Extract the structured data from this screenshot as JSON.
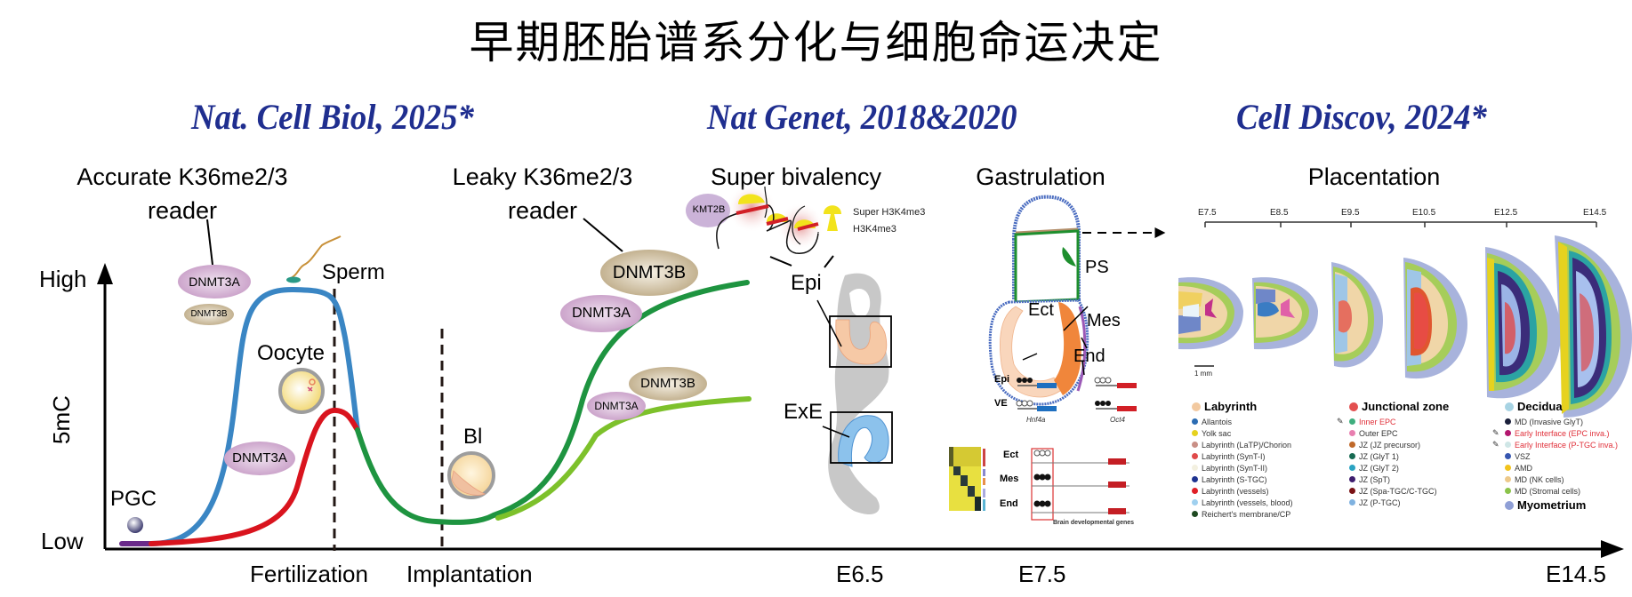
{
  "title": "早期胚胎谱系分化与细胞命运决定",
  "journals": [
    {
      "label": "Nat. Cell Biol, 2025*"
    },
    {
      "label": "Nat Genet, 2018&2020"
    },
    {
      "label": "Cell Discov, 2024*"
    }
  ],
  "sections": {
    "accurate_reader": "Accurate K36me2/3\nreader",
    "accurate_reader_l1": "Accurate K36me2/3",
    "accurate_reader_l2": "reader",
    "leaky_reader_l1": "Leaky K36me2/3",
    "leaky_reader_l2": "reader",
    "super_bivalency": "Super bivalency",
    "gastrulation": "Gastrulation",
    "placentation": "Placentation"
  },
  "axis": {
    "y_label": "5mC",
    "y_high": "High",
    "y_low": "Low",
    "x_ticks": [
      "Fertilization",
      "Implantation",
      "E6.5",
      "E7.5",
      "E14.5"
    ]
  },
  "stages": {
    "pgc": "PGC",
    "sperm": "Sperm",
    "oocyte": "Oocyte",
    "blastocyst": "Bl"
  },
  "enzymes": {
    "dnmt3a": "DNMT3A",
    "dnmt3b": "DNMT3B",
    "kmt2b": "KMT2B"
  },
  "bivalency_legend": {
    "super": "Super H3K4me3",
    "normal": "H3K4me3"
  },
  "tissues": {
    "epi": "Epi",
    "exe": "ExE",
    "ps": "PS",
    "ect": "Ect",
    "mes": "Mes",
    "end": "End",
    "ve": "VE"
  },
  "gene_panel": {
    "gene1": "Hnf4a",
    "gene2": "Oct4",
    "brain_genes": "Brain developmental genes"
  },
  "placenta": {
    "timepoints": [
      "E7.5",
      "E8.5",
      "E9.5",
      "E10.5",
      "E12.5",
      "E14.5"
    ],
    "scale_bar": "1 mm",
    "legend": {
      "labyrinth": {
        "title": "Labyrinth",
        "color": "#f2c9a0",
        "items": [
          {
            "label": "Allantois",
            "color": "#2b6cb3"
          },
          {
            "label": "Yolk sac",
            "color": "#e6d21f"
          },
          {
            "label": "Labyrinth (LaTP)/Chorion",
            "color": "#c98f86"
          },
          {
            "label": "Labyrinth (SynT-I)",
            "color": "#e04a4a"
          },
          {
            "label": "Labyrinth (SynT-II)",
            "color": "#f3f0e0"
          },
          {
            "label": "Labyrinth (S-TGC)",
            "color": "#1e3390"
          },
          {
            "label": "Labyrinth (vessels)",
            "color": "#e01f26"
          },
          {
            "label": "Labyrinth (vessels, blood)",
            "color": "#9fd0ef"
          },
          {
            "label": "Reichert's membrane/CP",
            "color": "#1f4a22"
          }
        ]
      },
      "junctional": {
        "title": "Junctional zone",
        "color": "#e35050",
        "items": [
          {
            "label": "Inner EPC",
            "color": "#3fae7e",
            "highlight": true
          },
          {
            "label": "Outer EPC",
            "color": "#e87fb0"
          },
          {
            "label": "JZ (JZ precursor)",
            "color": "#c0692a"
          },
          {
            "label": "JZ (GlyT 1)",
            "color": "#176a52"
          },
          {
            "label": "JZ (GlyT 2)",
            "color": "#2ba3c2"
          },
          {
            "label": "JZ (SpT)",
            "color": "#3e1d6e"
          },
          {
            "label": "JZ (Spa-TGC/C-TGC)",
            "color": "#7a1215"
          },
          {
            "label": "JZ (P-TGC)",
            "color": "#7fb2e0"
          }
        ]
      },
      "decidua": {
        "title": "Decidua",
        "color": "#a7d3e3",
        "items": [
          {
            "label": "MD (Invasive GlyT)",
            "color": "#1a1f3a"
          },
          {
            "label": "Early Interface (EPC inva.)",
            "color": "#b3166e",
            "highlight": true
          },
          {
            "label": "Early Interface (P-TGC inva.)",
            "color": "#cfe6e6",
            "highlight": true
          },
          {
            "label": "VSZ",
            "color": "#3656b0"
          },
          {
            "label": "AMD",
            "color": "#f2c31c"
          },
          {
            "label": "MD (NK cells)",
            "color": "#edc98a"
          },
          {
            "label": "MD (Stromal cells)",
            "color": "#8bc34a"
          }
        ]
      },
      "myometrium": {
        "title": "Myometrium",
        "color": "#8f9fd6"
      }
    }
  },
  "colors": {
    "blue_curve": "#3a86c4",
    "red_curve": "#d9141e",
    "dark_green_curve": "#1e9440",
    "light_green_curve": "#7dc12b",
    "pgc_line": "#6a2a8a",
    "journal": "#1f2e8f",
    "dnmt3a_fill": "#c9a0c8",
    "dnmt3b_fill": "#c8b796"
  }
}
